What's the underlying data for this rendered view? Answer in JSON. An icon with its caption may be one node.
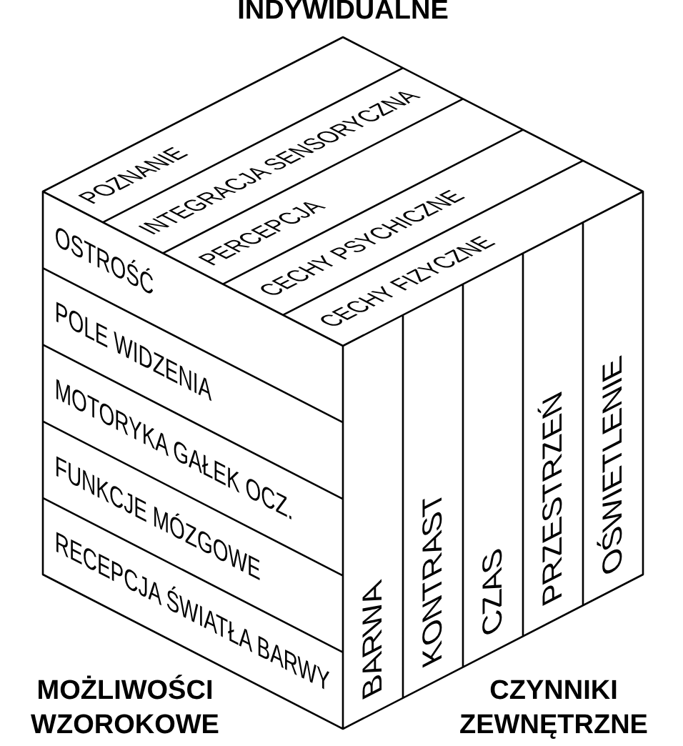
{
  "diagram": {
    "nodes": [
      {
        "text": [
          "POZNANIE"
        ]
      },
      {
        "text": [
          "INTEGRACJA SENSORYCZNA"
        ]
      },
      {
        "text": [
          "PERCEPCJA"
        ]
      },
      {
        "text": [
          "CECHY PSYCHICZNE"
        ]
      },
      {
        "text": [
          "CECHY FIZYCZNE"
        ]
      },
      {
        "text": [
          "OSTROŚĆ"
        ]
      },
      {
        "text": [
          "POLE WIDZENIA"
        ]
      },
      {
        "text": [
          "MOTORYKA GAŁEK OCZ."
        ]
      },
      {
        "text": [
          "FUNKCJE MÓZGOWE"
        ]
      },
      {
        "text": [
          "RECEPCJA ŚWIATŁA BARWY"
        ]
      },
      {
        "text": [
          "BARWA"
        ]
      },
      {
        "text": [
          "KONTRAST"
        ]
      },
      {
        "text": [
          "CZAS"
        ]
      },
      {
        "text": [
          "PRZESTRZEŃ"
        ]
      },
      {
        "text": [
          "OŚWIETLENIE"
        ]
      }
    ],
    "labels": [
      "INDYWIDUALNE",
      "MOŻLIWOŚCI WZOROKOWE",
      "CZYNNIKI ZEWNĘTRZNE"
    ]
  }
}
